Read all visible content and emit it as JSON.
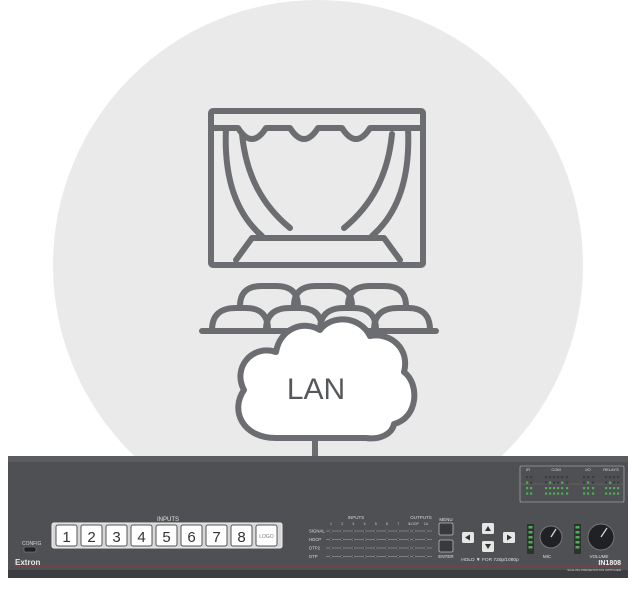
{
  "cloud": {
    "label": "LAN"
  },
  "device": {
    "brand": "Extron",
    "model": "IN1808",
    "subtitle": "SCALING PRESENTATION SWITCHER",
    "config_label": "CONFIG",
    "inputs_heading": "INPUTS",
    "input_buttons": [
      "1",
      "2",
      "3",
      "4",
      "5",
      "6",
      "7",
      "8"
    ],
    "logo_button": "LOGO",
    "matrix": {
      "inputs_label": "INPUTS",
      "outputs_label": "OUTPUTS",
      "column_numbers": [
        "1",
        "2",
        "3",
        "4",
        "5",
        "6",
        "7",
        "8"
      ],
      "output_columns": [
        "LOOP",
        "1A"
      ],
      "rows": [
        "SIGNAL",
        "HDCP",
        "DTP2",
        "DTP"
      ]
    },
    "menu_label": "MENU",
    "enter_label": "ENTER",
    "hold_label": "HOLD ▼ FOR 720p/1080p",
    "mic_label": "MIC",
    "volume_label": "VOLUME",
    "status": {
      "com_label": "COM",
      "ir_label": "IR",
      "io_label": "I/O",
      "relays_label": "RELAYS"
    }
  },
  "colors": {
    "backdrop": "#eaeaeb",
    "icon_stroke": "#6b6d70",
    "panel": "#4e5054",
    "panel_dark": "#3b3d40",
    "accent_line": "#c0392b",
    "led_green": "#4caf50"
  }
}
